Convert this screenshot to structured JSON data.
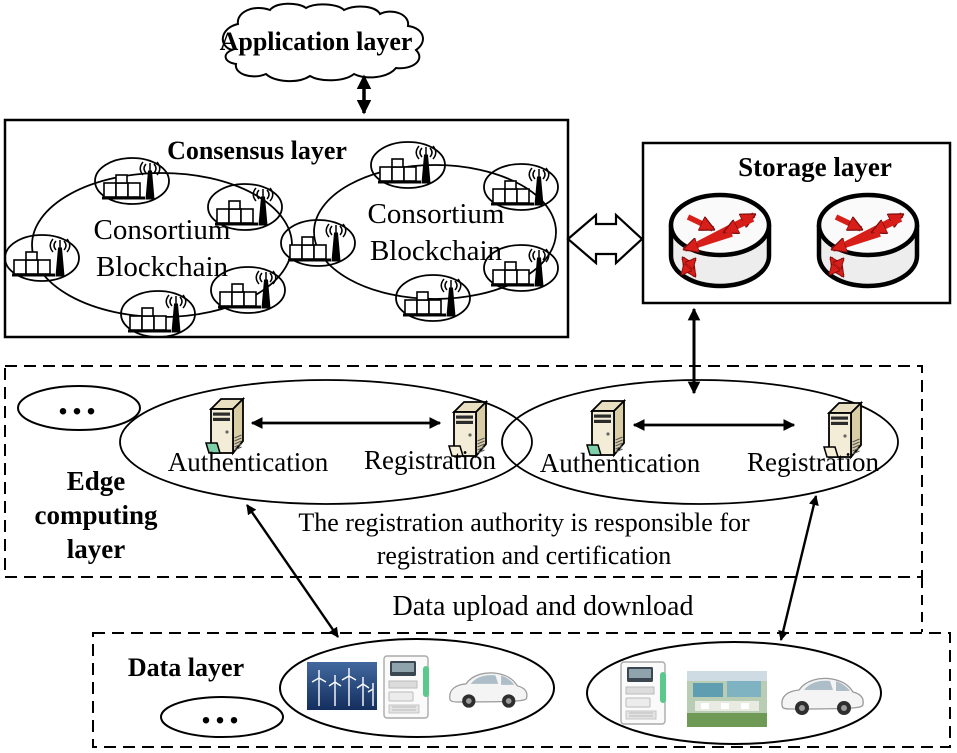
{
  "application_layer": {
    "label": "Application layer"
  },
  "consensus_layer": {
    "title": "Consensus layer",
    "blockchain_left": {
      "line1": "Consortium",
      "line2": "Blockchain"
    },
    "blockchain_right": {
      "line1": "Consortium",
      "line2": "Blockchain"
    }
  },
  "storage_layer": {
    "title": "Storage layer"
  },
  "edge_layer": {
    "title_line1": "Edge",
    "title_line2": "computing",
    "title_line3": "layer",
    "ellipsis": "...",
    "cluster_left": {
      "auth_label": "Authentication",
      "reg_label": "Registration"
    },
    "cluster_right": {
      "auth_label": "Authentication",
      "reg_label": "Registration"
    },
    "note_line1": "The registration authority is responsible for",
    "note_line2": "registration and certification"
  },
  "flow_label": "Data upload and download",
  "data_layer": {
    "title": "Data layer",
    "ellipsis": "..."
  },
  "icons": {
    "cloud-icon": "application layer cloud outline",
    "base-station-icon": "blockchain node (buildings + antenna tower)",
    "router-icon": "storage router cylinder with red traffic arrows",
    "server-auth-icon": "tower server with green access card",
    "server-reg-icon": "tower server with blank card",
    "wind-farm-photo": "wind turbines at night",
    "smart-meter-photo": "smart energy meter / charging pile",
    "electric-car-photo": "white electric car",
    "power-plant-photo": "aerial view of power plant"
  },
  "colors": {
    "line": "#000000",
    "background": "#ffffff",
    "router_arrow_red": "#d81e18",
    "server_beige": "#f3edd7",
    "auth_card_green": "#7ed0a8",
    "wind_photo_blue": "#1c3a6e",
    "meter_green": "#5bc98c"
  }
}
